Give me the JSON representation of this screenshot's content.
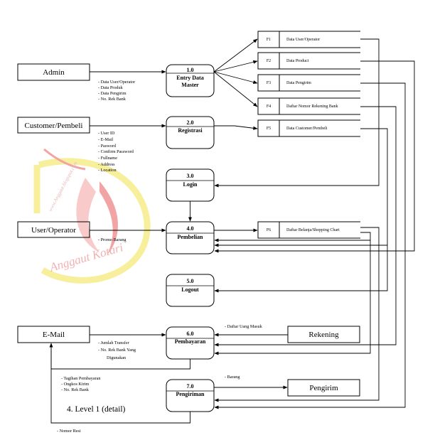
{
  "caption": "4.   Level 1 (detail)",
  "entities": {
    "admin": "Admin",
    "customer": "Customer/Pembeli",
    "user_operator": "User/Operator",
    "email": "E-Mail",
    "rekening": "Rekening",
    "pengirim": "Pengirim"
  },
  "processes": [
    {
      "num": "1.0",
      "name1": "Entry Data",
      "name2": "Master"
    },
    {
      "num": "2.0",
      "name1": "Registrasi",
      "name2": ""
    },
    {
      "num": "3.0",
      "name1": "Login",
      "name2": ""
    },
    {
      "num": "4.0",
      "name1": "Pembelian",
      "name2": ""
    },
    {
      "num": "5.0",
      "name1": "Logout",
      "name2": ""
    },
    {
      "num": "6.0",
      "name1": "Pembayaran",
      "name2": ""
    },
    {
      "num": "7.0",
      "name1": "Pengiriman",
      "name2": ""
    }
  ],
  "datastores": [
    {
      "id": "F1",
      "name": "Data User/Operator"
    },
    {
      "id": "F2",
      "name": "Data Product"
    },
    {
      "id": "F3",
      "name": "Data Pengirim"
    },
    {
      "id": "F4",
      "name": "Daftar Nomor Rekening Bank"
    },
    {
      "id": "F5",
      "name": "Data Customer/Pembeli"
    },
    {
      "id": "F6",
      "name": "Daftar Belanja/Shopping Chart"
    }
  ],
  "notes": {
    "admin_flow": [
      "- Data User/Operator",
      "- Data Produk",
      "- Data Pengirim",
      "- No. Rek Bank"
    ],
    "registration_flow": [
      "- User ID",
      "- E-Mail",
      "- Pasword",
      "- Confirm Password",
      "- Fullname",
      "- Address",
      "- Location"
    ],
    "promo": "- Promo Barang",
    "daftar_uang": "- Daftar Uang Masuk",
    "transfer_flow": [
      "- Jumlah Transfer",
      "- No. Rek Bank Yang",
      "  Digunakan"
    ],
    "tagihan_flow": [
      "- Tagihan Pembayaran",
      "- Ongkos Kirim",
      "- No. Rek Bank"
    ],
    "barang": "- Barang",
    "nomor_resi": "- Nomor Resi"
  },
  "watermark": {
    "url": "www.Anggaut.blogspot.com",
    "name": "Anggaut Kotari"
  },
  "colors": {
    "line": "#000000",
    "watermark_red": "#e85a5a",
    "watermark_yellow": "#f2e24a"
  }
}
